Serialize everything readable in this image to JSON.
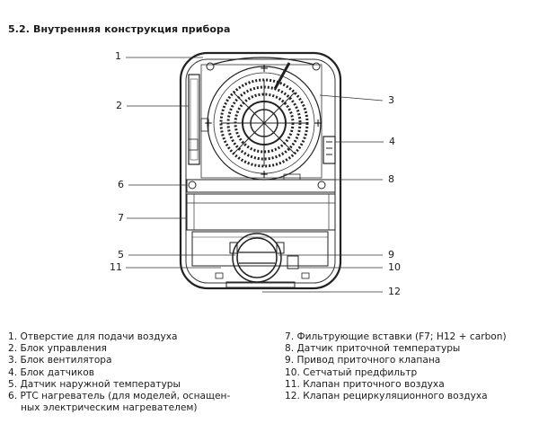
{
  "section_title": "5.2. Внутренняя конструкция прибора",
  "callouts": [
    "1",
    "2",
    "3",
    "4",
    "5",
    "6",
    "7",
    "8",
    "9",
    "10",
    "11",
    "12"
  ],
  "legend_left": [
    "1. Отверстие для подачи воздуха",
    "2. Блок управления",
    "3. Блок вентилятора",
    "4. Блок датчиков",
    "5. Датчик наружной температуры",
    "6. РТС нагреватель (для моделей, оснащен-",
    "ных электрическим нагревателем)"
  ],
  "legend_right": [
    "7. Фильтрующие вставки (F7; H12 + carbon)",
    "8. Датчик приточной температуры",
    "9. Привод приточного клапана",
    "10. Сетчатый предфильтр",
    "11. Клапан приточного воздуха",
    "12. Клапан рециркуляционного воздуха"
  ]
}
